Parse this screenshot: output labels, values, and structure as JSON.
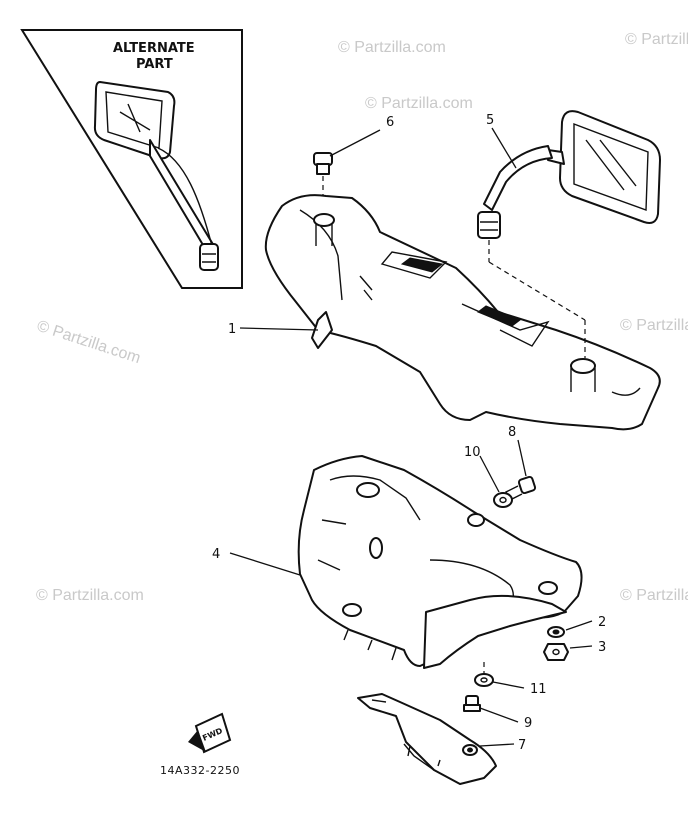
{
  "inset": {
    "title_line1": "ALTERNATE",
    "title_line2": "PART"
  },
  "callouts": [
    {
      "label": "1",
      "part": "handlebar-upper-cover"
    },
    {
      "label": "2",
      "part": "washer"
    },
    {
      "label": "3",
      "part": "nut"
    },
    {
      "label": "4",
      "part": "handlebar-lower-cover"
    },
    {
      "label": "5",
      "part": "rear-view-mirror"
    },
    {
      "label": "6",
      "part": "cap-bolt"
    },
    {
      "label": "7",
      "part": "bracket-plate"
    },
    {
      "label": "8",
      "part": "screw"
    },
    {
      "label": "9",
      "part": "screw"
    },
    {
      "label": "10",
      "part": "washer"
    },
    {
      "label": "11",
      "part": "washer"
    }
  ],
  "diagram_code": "14A332-2250",
  "fwd_label": "FWD",
  "watermark": "© Partzilla.com"
}
